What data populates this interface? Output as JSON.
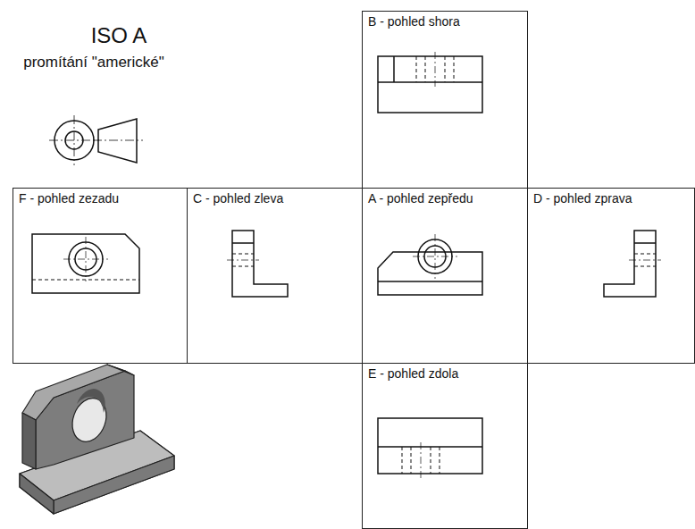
{
  "diagram": {
    "title": "ISO A",
    "nodes": [
      {
        "text": [
          "B - pohled shora"
        ]
      },
      {
        "text": [
          "F - pohled zezadu"
        ]
      },
      {
        "text": [
          "C - pohled zleva"
        ]
      },
      {
        "text": [
          "A - pohled zepředu"
        ]
      },
      {
        "text": [
          "D - pohled zprava"
        ]
      },
      {
        "text": [
          "E - pohled zdola"
        ]
      }
    ],
    "labels": [
      "promítání \"americké\""
    ]
  }
}
